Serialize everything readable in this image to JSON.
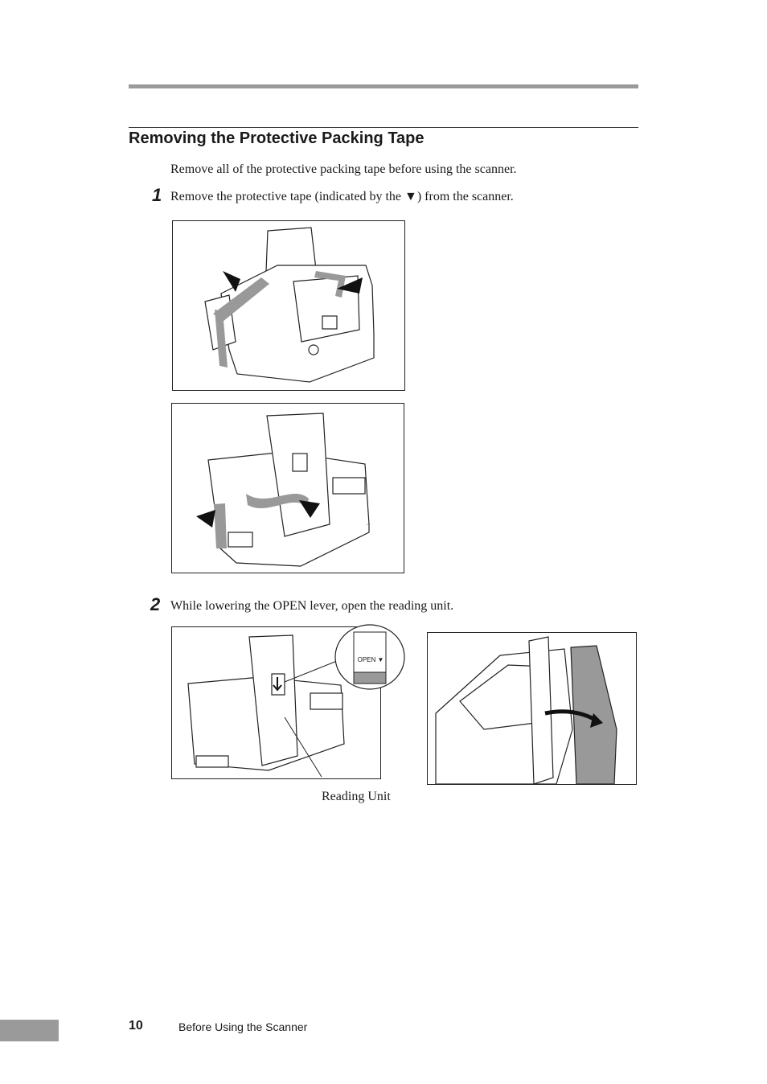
{
  "section": {
    "heading": "Removing the Protective Packing Tape",
    "intro": "Remove all of the protective packing tape before using the scanner."
  },
  "steps": [
    {
      "number": "1",
      "text": "Remove the protective tape (indicated by the ▼) from the scanner."
    },
    {
      "number": "2",
      "text": "While lowering the OPEN lever, open the reading unit."
    }
  ],
  "figures": {
    "inset_label": "OPEN ▼",
    "reading_unit_caption": "Reading Unit"
  },
  "footer": {
    "page_number": "10",
    "chapter_title": "Before Using the Scanner"
  }
}
